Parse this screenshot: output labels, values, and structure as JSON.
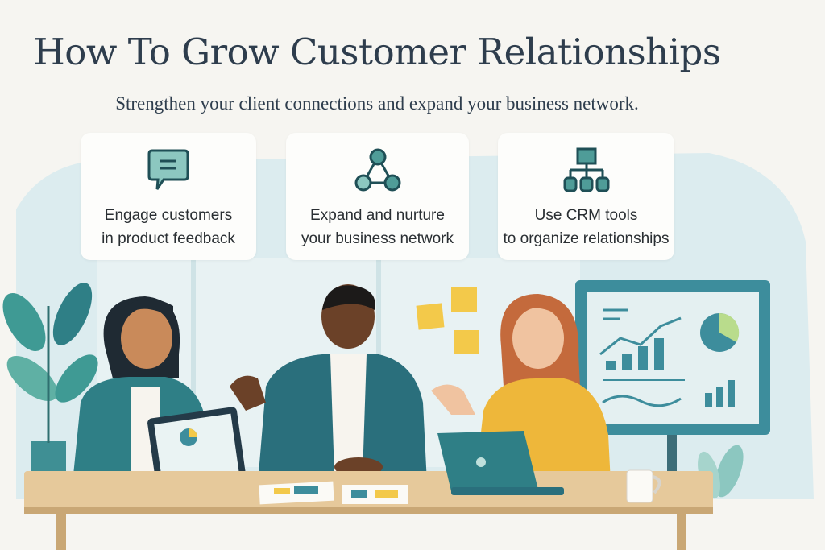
{
  "header": {
    "title": "How To Grow Customer Relationships",
    "subtitle": "Strengthen your client connections and expand your business network."
  },
  "cards": [
    {
      "icon": "chat-bubble-icon",
      "line1": "Engage customers",
      "line2": "in product feedback"
    },
    {
      "icon": "network-icon",
      "line1": "Expand and nurture",
      "line2": "your business network"
    },
    {
      "icon": "org-chart-icon",
      "line1": "Use CRM tools",
      "line2": "to organize relationships"
    }
  ],
  "colors": {
    "teal": "#2f7f86",
    "teal_light": "#8cc7c0",
    "mustard": "#e8b53a",
    "navy_text": "#2e3d4d",
    "table": "#e6c99b"
  }
}
